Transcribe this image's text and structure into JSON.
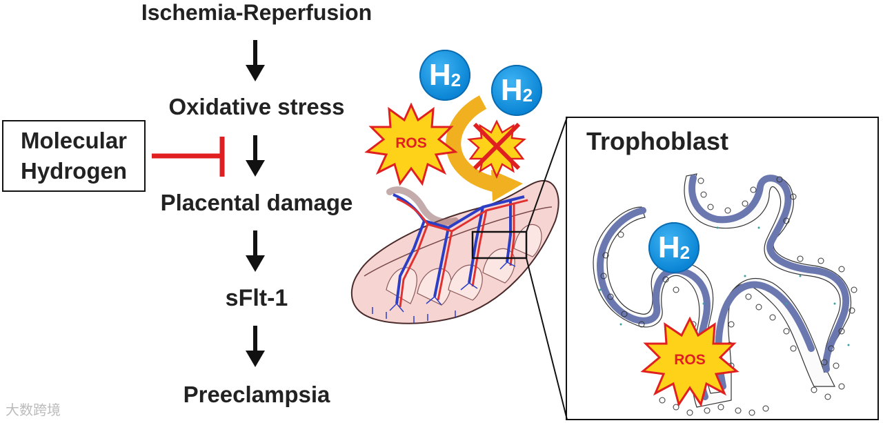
{
  "flow": {
    "step1": "Ischemia-Reperfusion",
    "step2": "Oxidative stress",
    "step3": "Placental damage",
    "step4": "sFlt-1",
    "step5": "Preeclampsia"
  },
  "inhibitor": {
    "line1": "Molecular",
    "line2": "Hydrogen"
  },
  "panel": {
    "title": "Trophoblast"
  },
  "badges": {
    "h2_main": "H",
    "h2_sub": "2"
  },
  "ros": {
    "label": "ROS"
  },
  "watermark": "大数跨境",
  "colors": {
    "h2_blue": "#0a84d4",
    "inhibit_red": "#e02020",
    "ros_yellow": "#ffd21a",
    "arrow_orange": "#f0b020",
    "vessel_blue": "#2b3ec4",
    "vessel_red": "#e03030",
    "trophoblast_blue": "#6b78b0"
  }
}
